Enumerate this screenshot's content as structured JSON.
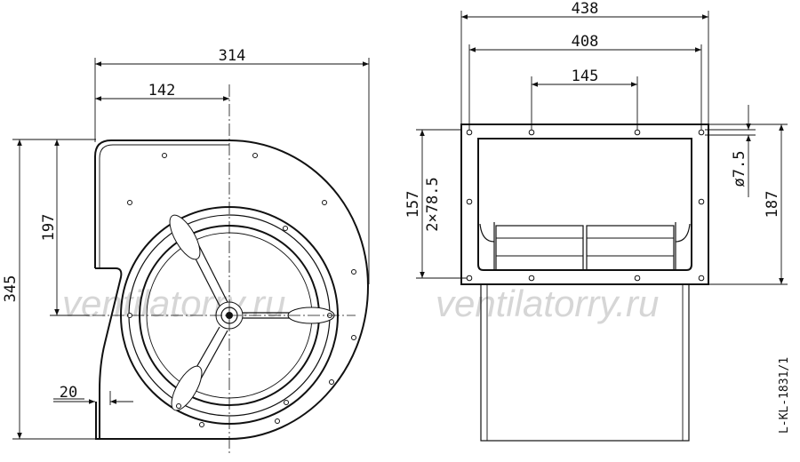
{
  "drawing_code": "L-KL-1831/1",
  "watermarks": [
    "ventilatorry.ru",
    "ventilatorry.ru"
  ],
  "front_view": {
    "dims": {
      "overall_width": "314",
      "axis_offset": "142",
      "overall_height": "345",
      "axis_height": "197",
      "flange_width": "20"
    }
  },
  "side_view": {
    "dims": {
      "flange_width": "438",
      "inner_width": "408",
      "hole_spacing_center": "145",
      "height": "187",
      "outlet_height": "157",
      "hole_spacing_vertical": "2×78.5",
      "hole_diameter": "ø7.5"
    }
  }
}
